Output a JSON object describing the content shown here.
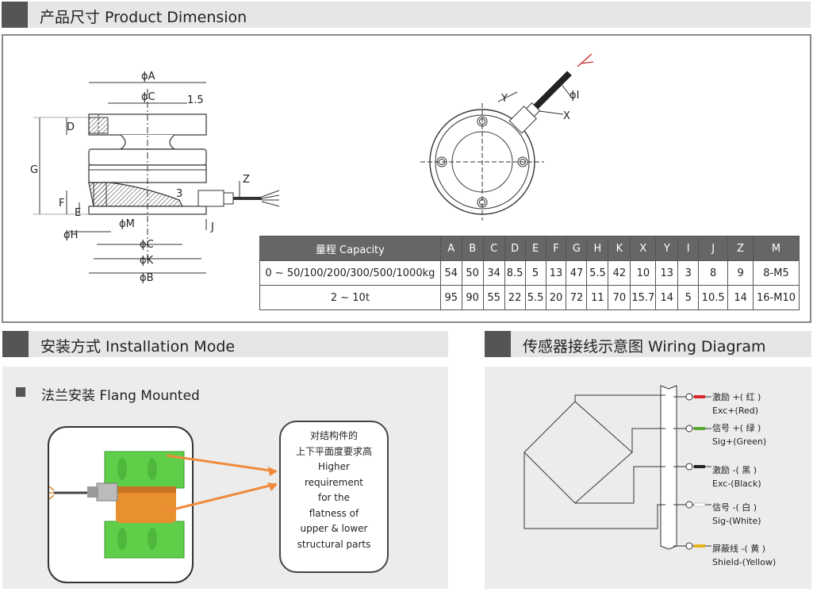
{
  "sections": {
    "dimension_title": "产品尺寸 Product Dimension",
    "installation_title": "安装方式 Installation Mode",
    "wiring_title": "传感器接线示意图  Wiring Diagram"
  },
  "dimension_labels": {
    "phiA": "ϕA",
    "phiC_top": "ϕC",
    "t15": "1.5",
    "D": "D",
    "G": "G",
    "F": "F",
    "E": "E",
    "three": "3",
    "Z": "Z",
    "J": "J",
    "phiM": "ϕM",
    "phiH": "ϕH",
    "phiC_bot": "ϕC",
    "phiK": "ϕK",
    "phiB": "ϕB",
    "Y": "Y",
    "phiI": "ϕI",
    "X": "X"
  },
  "spec_table": {
    "headers": [
      "量程 Capacity",
      "A",
      "B",
      "C",
      "D",
      "E",
      "F",
      "G",
      "H",
      "K",
      "X",
      "Y",
      "I",
      "J",
      "Z",
      "M"
    ],
    "rows": [
      [
        "0 ~ 50/100/200/300/500/1000kg",
        "54",
        "50",
        "34",
        "8.5",
        "5",
        "13",
        "47",
        "5.5",
        "42",
        "10",
        "13",
        "3",
        "8",
        "9",
        "8-M5"
      ],
      [
        "2 ~ 10t",
        "95",
        "90",
        "55",
        "22",
        "5.5",
        "20",
        "72",
        "11",
        "70",
        "15.7",
        "14",
        "5",
        "10.5",
        "14",
        "16-M10"
      ]
    ]
  },
  "installation": {
    "mode_label": "法兰安装 Flang Mounted",
    "note_lines": [
      "对结构件的",
      "上下平面度要求高",
      "Higher",
      "requirement",
      "for the",
      "flatness of",
      "upper & lower",
      "structural parts"
    ]
  },
  "wiring": {
    "wires": [
      {
        "cn": "激励 +( 红 )",
        "en": "Exc+(Red)",
        "color": "#d9262b"
      },
      {
        "cn": "信号 +( 绿 )",
        "en": "Sig+(Green)",
        "color": "#5aa832"
      },
      {
        "cn": "激励 -( 黑 )",
        "en": "Exc-(Black)",
        "color": "#222222"
      },
      {
        "cn": "信号 -( 白 )",
        "en": "Sig-(White)",
        "color": "#ffffff"
      },
      {
        "cn": "屏蔽线 -( 黄 )",
        "en": "Shield-(Yellow)",
        "color": "#e8b21a"
      }
    ]
  },
  "colors": {
    "accent_block": "#555555",
    "header_bg": "#e6e6e6",
    "arrow": "#f08a3c",
    "green_block": "#5fcf4a",
    "orange_body": "#e8902f"
  }
}
